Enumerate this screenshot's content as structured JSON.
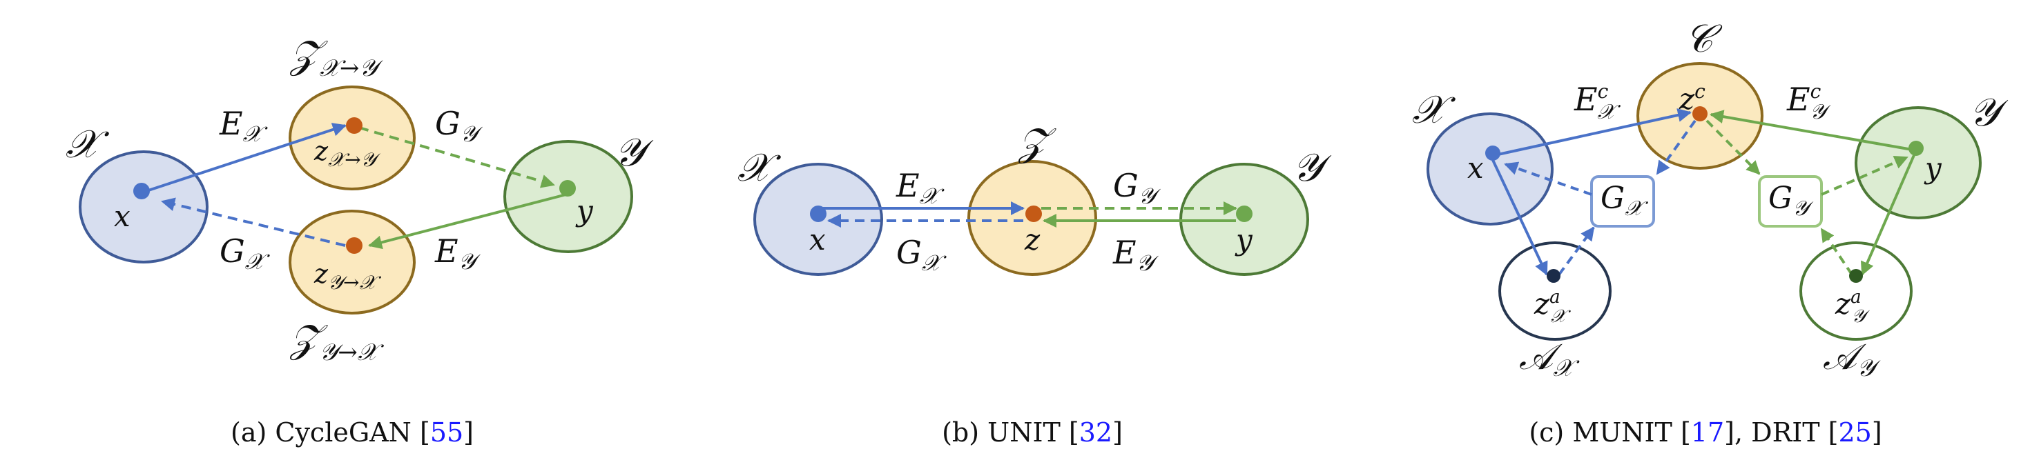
{
  "colors": {
    "domain_x_fill": "#d7deef",
    "domain_x_stroke": "#3f5b98",
    "domain_y_fill": "#dcecd2",
    "domain_y_stroke": "#4d7a36",
    "latent_fill": "#fbe9bf",
    "latent_stroke": "#8c6a1f",
    "style_stroke": "#26364f",
    "style_dot": "#1b2c49",
    "blue": "#4a72c8",
    "green": "#6ea84e",
    "orange": "#c45a16",
    "cite": "#1a1aff"
  },
  "panel_a": {
    "domain_x": "𝒳",
    "domain_y": "𝒴",
    "latent_top_set": "𝒵",
    "latent_top_sub": "𝒳→𝒴",
    "latent_bot_set": "𝒵",
    "latent_bot_sub": "𝒴→𝒳",
    "point_x": "x",
    "point_y": "y",
    "z_top_main": "z",
    "z_top_sub": "𝒳→𝒴",
    "z_bot_main": "z",
    "z_bot_sub": "𝒴→𝒳",
    "enc_x_main": "E",
    "enc_x_sub": "𝒳",
    "gen_y_main": "G",
    "gen_y_sub": "𝒴",
    "gen_x_main": "G",
    "gen_x_sub": "𝒳",
    "enc_y_main": "E",
    "enc_y_sub": "𝒴",
    "caption_prefix": "(a) CycleGAN [",
    "caption_ref": "55",
    "caption_suffix": "]"
  },
  "panel_b": {
    "domain_x": "𝒳",
    "domain_y": "𝒴",
    "latent_set": "𝒵",
    "point_x": "x",
    "point_y": "y",
    "point_z": "z",
    "enc_x_main": "E",
    "enc_x_sub": "𝒳",
    "gen_x_main": "G",
    "gen_x_sub": "𝒳",
    "gen_y_main": "G",
    "gen_y_sub": "𝒴",
    "enc_y_main": "E",
    "enc_y_sub": "𝒴",
    "caption_prefix": "(b) UNIT [",
    "caption_ref": "32",
    "caption_suffix": "]"
  },
  "panel_c": {
    "domain_x": "𝒳",
    "domain_y": "𝒴",
    "content_set": "𝒞",
    "point_x": "x",
    "point_y": "y",
    "zc_main": "z",
    "zc_sup": "c",
    "enc_cx_main": "E",
    "enc_cx_sup": "c",
    "enc_cx_sub": "𝒳",
    "enc_cy_main": "E",
    "enc_cy_sup": "c",
    "enc_cy_sub": "𝒴",
    "gen_x_main": "G",
    "gen_x_sub": "𝒳",
    "gen_y_main": "G",
    "gen_y_sub": "𝒴",
    "za_x_main": "z",
    "za_x_sup": "a",
    "za_x_sub": "𝒳",
    "za_y_main": "z",
    "za_y_sup": "a",
    "za_y_sub": "𝒴",
    "style_x_main": "𝒜",
    "style_x_sub": "𝒳",
    "style_y_main": "𝒜",
    "style_y_sub": "𝒴",
    "caption_prefix": "(c) MUNIT [",
    "caption_ref1": "17",
    "caption_mid": "], DRIT [",
    "caption_ref2": "25",
    "caption_suffix": "]"
  }
}
